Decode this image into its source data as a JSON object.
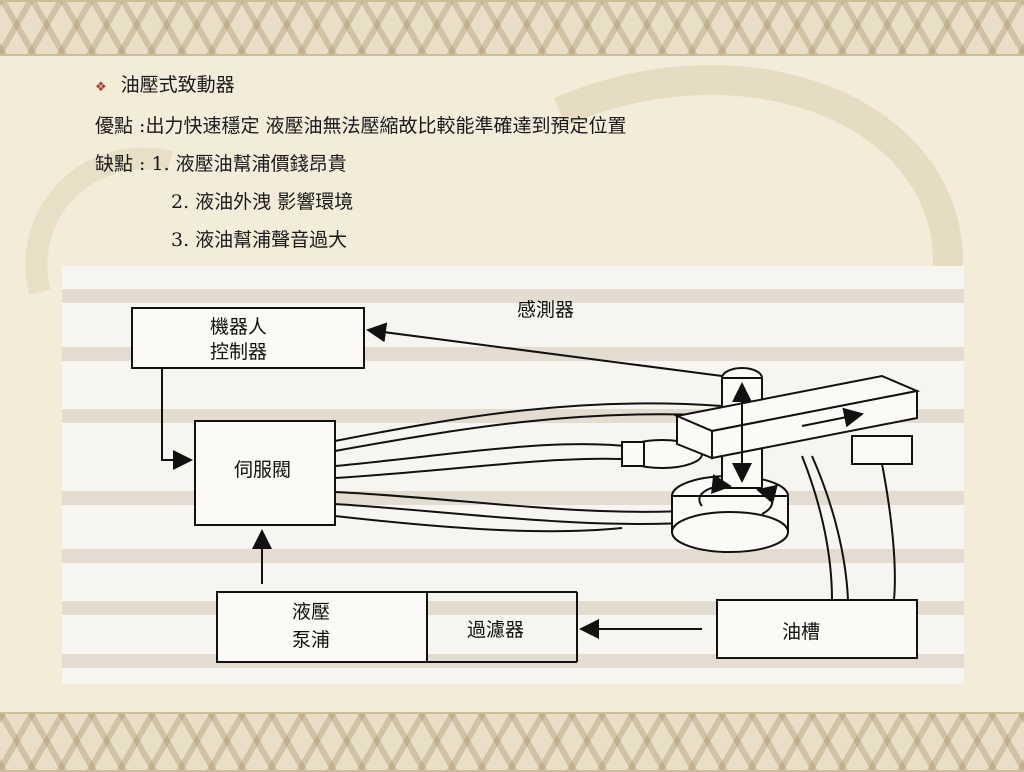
{
  "content": {
    "heading": "油壓式致動器",
    "pros_line": "優點 :出力快速穩定 液壓油無法壓縮故比較能準確達到預定位置",
    "cons_line1": "缺點 : 1. 液壓油幫浦價錢昂貴",
    "cons_line2": "2. 液油外洩 影響環境",
    "cons_line3": "3. 液油幫浦聲音過大"
  },
  "diagram": {
    "robot_controller_line1": "機器人",
    "robot_controller_line2": "控制器",
    "servo_valve": "伺服閥",
    "sensor": "感測器",
    "pump_line1": "液壓",
    "pump_line2": "泵浦",
    "filter": "過濾器",
    "oil_tank": "油槽"
  },
  "icons": {
    "bullet": "diamond-bullet-icon"
  },
  "colors": {
    "bullet": "#b23a2a",
    "text": "#1a1a1a",
    "background": "#f3ecd9"
  }
}
